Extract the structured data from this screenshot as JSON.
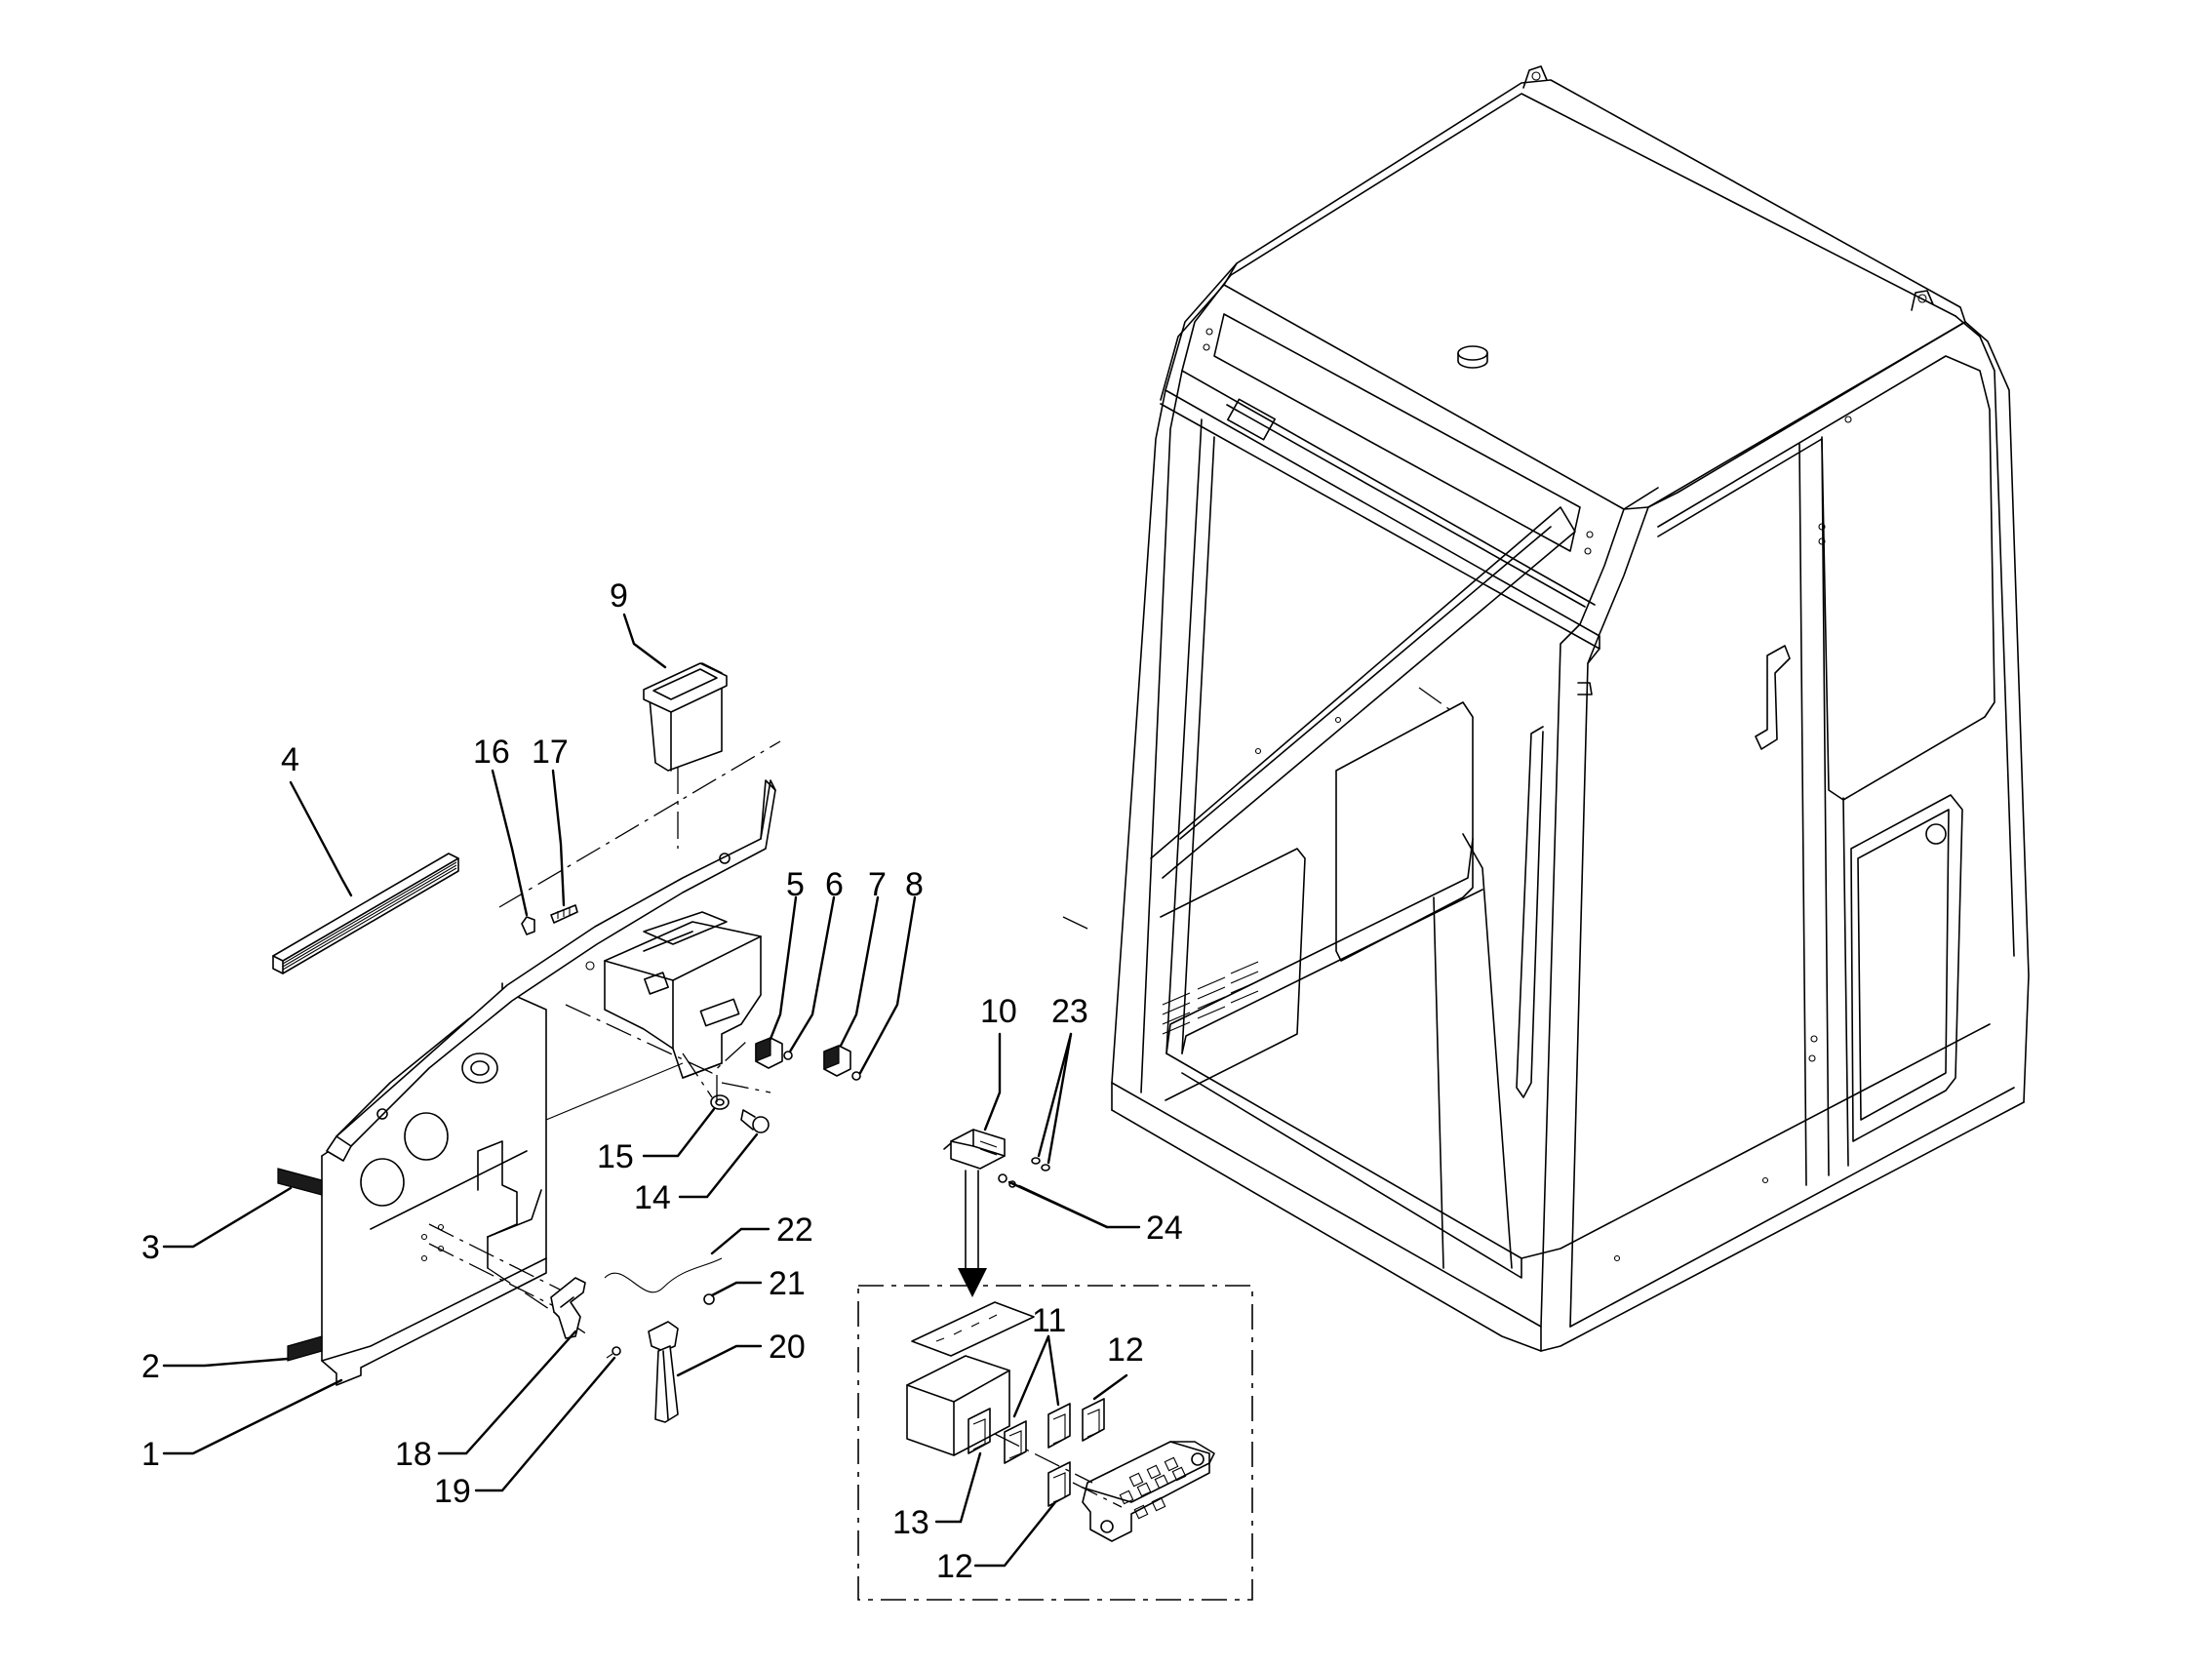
{
  "diagram": {
    "callouts": [
      {
        "id": "c1",
        "text": "1"
      },
      {
        "id": "c2",
        "text": "2"
      },
      {
        "id": "c3",
        "text": "3"
      },
      {
        "id": "c4",
        "text": "4"
      },
      {
        "id": "c5",
        "text": "5"
      },
      {
        "id": "c6",
        "text": "6"
      },
      {
        "id": "c7",
        "text": "7"
      },
      {
        "id": "c8",
        "text": "8"
      },
      {
        "id": "c9",
        "text": "9"
      },
      {
        "id": "c10",
        "text": "10"
      },
      {
        "id": "c11",
        "text": "11"
      },
      {
        "id": "c12a",
        "text": "12"
      },
      {
        "id": "c12b",
        "text": "12"
      },
      {
        "id": "c13",
        "text": "13"
      },
      {
        "id": "c14",
        "text": "14"
      },
      {
        "id": "c15",
        "text": "15"
      },
      {
        "id": "c16",
        "text": "16"
      },
      {
        "id": "c17",
        "text": "17"
      },
      {
        "id": "c18",
        "text": "18"
      },
      {
        "id": "c19",
        "text": "19"
      },
      {
        "id": "c20",
        "text": "20"
      },
      {
        "id": "c21",
        "text": "21"
      },
      {
        "id": "c22",
        "text": "22"
      },
      {
        "id": "c23",
        "text": "23"
      },
      {
        "id": "c24",
        "text": "24"
      }
    ]
  }
}
